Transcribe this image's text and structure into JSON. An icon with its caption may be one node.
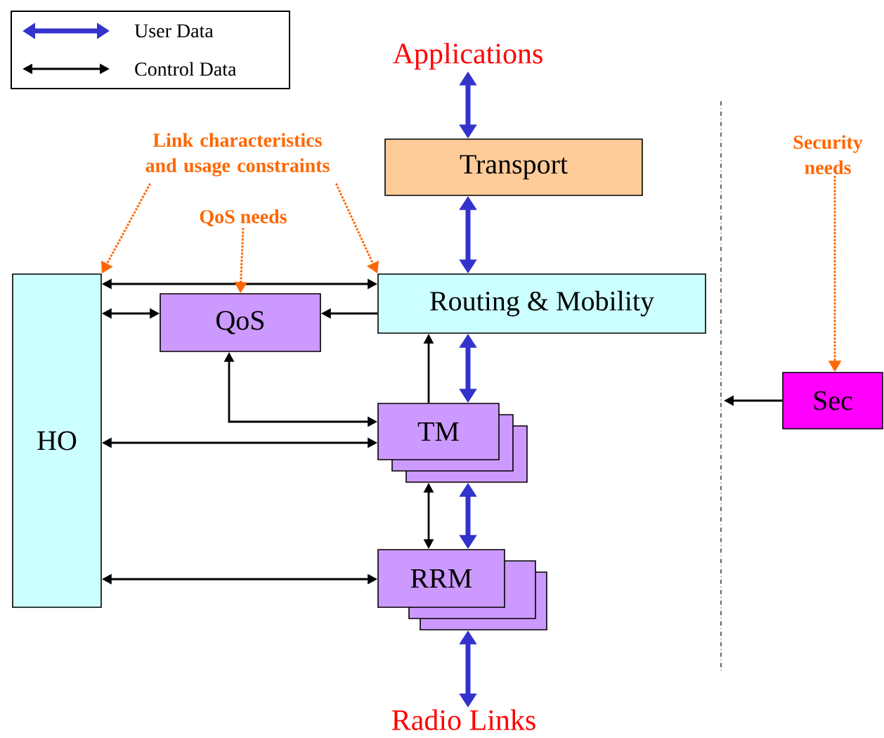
{
  "diagram": {
    "nodes": [
      {
        "text": [
          "Applications"
        ]
      },
      {
        "text": [
          "Transport"
        ]
      },
      {
        "text": [
          "Routing & Mobility"
        ]
      },
      {
        "text": [
          "HO"
        ]
      },
      {
        "text": [
          "QoS"
        ]
      },
      {
        "text": [
          "TM"
        ]
      },
      {
        "text": [
          "RRM"
        ]
      },
      {
        "text": [
          "Sec"
        ]
      },
      {
        "text": [
          "Radio Links"
        ]
      },
      {
        "text": [
          "Link characteristics and usage constraints"
        ]
      },
      {
        "text": [
          "QoS needs"
        ]
      },
      {
        "text": [
          "Security needs"
        ]
      }
    ],
    "edges": [
      {
        "from": 0,
        "to": 1,
        "arrow": "both",
        "style": "thick",
        "color": "#3333cc"
      },
      {
        "from": 1,
        "to": 2,
        "arrow": "both",
        "style": "thick",
        "color": "#3333cc"
      },
      {
        "from": 2,
        "to": 5,
        "arrow": "both",
        "style": "thick",
        "color": "#3333cc"
      },
      {
        "from": 5,
        "to": 6,
        "arrow": "both",
        "style": "thick",
        "color": "#3333cc"
      },
      {
        "from": 6,
        "to": 8,
        "arrow": "both",
        "style": "thick",
        "color": "#3333cc"
      },
      {
        "from": 3,
        "to": 2,
        "arrow": "both"
      },
      {
        "from": 3,
        "to": 4,
        "arrow": "both"
      },
      {
        "from": 2,
        "to": 4,
        "arrow": "to"
      },
      {
        "from": 5,
        "to": 2,
        "arrow": "to"
      },
      {
        "from": 4,
        "to": 5,
        "arrow": "both"
      },
      {
        "from": 3,
        "to": 5,
        "arrow": "both"
      },
      {
        "from": 5,
        "to": 6,
        "arrow": "both"
      },
      {
        "from": 3,
        "to": 6,
        "arrow": "both"
      },
      {
        "from": 7,
        "to": null,
        "arrow": "to"
      },
      {
        "from": 9,
        "to": 3,
        "arrow": "to",
        "style": "dashed",
        "color": "#ff6600"
      },
      {
        "from": 9,
        "to": 2,
        "arrow": "to",
        "style": "dashed",
        "color": "#ff6600"
      },
      {
        "from": 10,
        "to": 4,
        "arrow": "to",
        "style": "dashed",
        "color": "#ff6600"
      },
      {
        "from": 11,
        "to": 7,
        "arrow": "to",
        "style": "dashed",
        "color": "#ff6600"
      }
    ],
    "legend": [
      {
        "text": "User Data"
      },
      {
        "text": "Control Data"
      }
    ]
  }
}
